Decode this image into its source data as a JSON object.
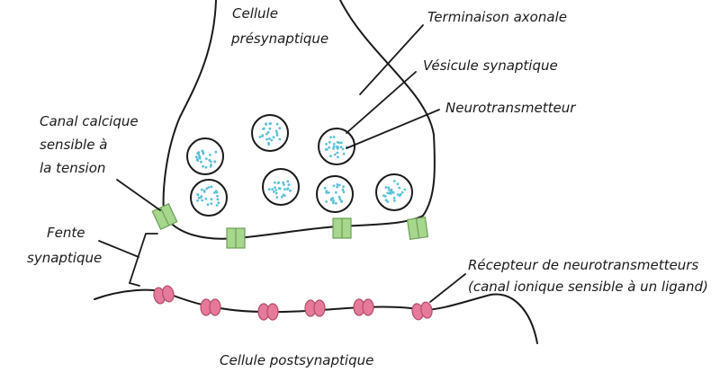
{
  "labels": {
    "presynaptic_cell_line1": "Cellule",
    "presynaptic_cell_line2": "présynaptique",
    "axon_terminal": "Terminaison axonale",
    "synaptic_vesicle": "Vésicule synaptique",
    "neurotransmitter": "Neurotransmetteur",
    "calcium_channel_line1": "Canal calcique",
    "calcium_channel_line2": "sensible à",
    "calcium_channel_line3": "la tension",
    "synaptic_cleft_line1": "Fente",
    "synaptic_cleft_line2": "synaptique",
    "receptor_line1": "Récepteur de neurotransmetteurs",
    "receptor_line2": "(canal ionique sensible à un ligand)",
    "postsynaptic_cell": "Cellule postsynaptique"
  },
  "colors": {
    "outline": "#1a1a1a",
    "dots": "#5bc0d9",
    "calcium_channel": "#a6d78c",
    "receptor": "#e57a9a"
  }
}
